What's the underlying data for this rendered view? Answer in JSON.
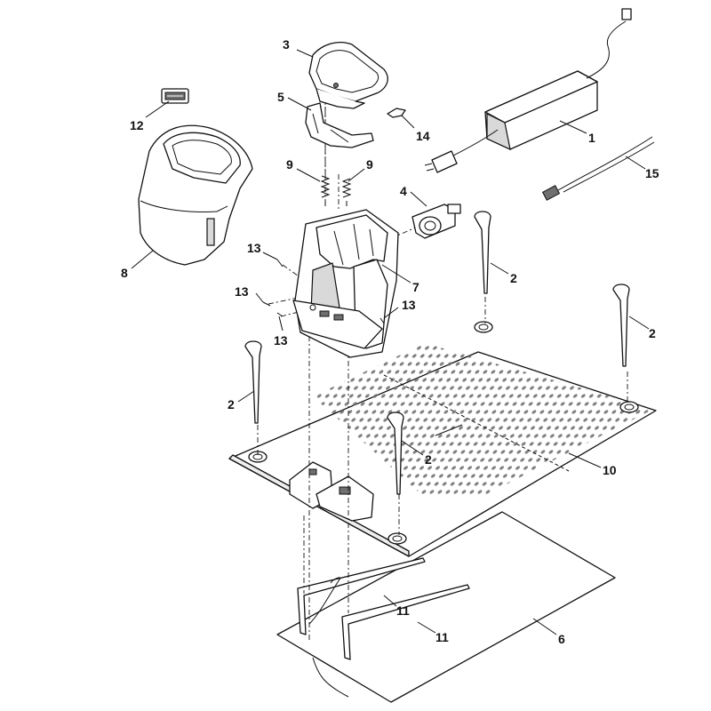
{
  "diagram": {
    "callouts": [
      {
        "key": "c1",
        "label": "1"
      },
      {
        "key": "c2a",
        "label": "2"
      },
      {
        "key": "c2b",
        "label": "2"
      },
      {
        "key": "c2c",
        "label": "2"
      },
      {
        "key": "c2d",
        "label": "2"
      },
      {
        "key": "c3",
        "label": "3"
      },
      {
        "key": "c4",
        "label": "4"
      },
      {
        "key": "c5",
        "label": "5"
      },
      {
        "key": "c6",
        "label": "6"
      },
      {
        "key": "c7",
        "label": "7"
      },
      {
        "key": "c8",
        "label": "8"
      },
      {
        "key": "c9a",
        "label": "9"
      },
      {
        "key": "c9b",
        "label": "9"
      },
      {
        "key": "c10",
        "label": "10"
      },
      {
        "key": "c11a",
        "label": "11"
      },
      {
        "key": "c11b",
        "label": "11"
      },
      {
        "key": "c12",
        "label": "12"
      },
      {
        "key": "c13a",
        "label": "13"
      },
      {
        "key": "c13b",
        "label": "13"
      },
      {
        "key": "c13c",
        "label": "13"
      },
      {
        "key": "c13d",
        "label": "13"
      },
      {
        "key": "c14",
        "label": "14"
      },
      {
        "key": "c15",
        "label": "15"
      }
    ]
  },
  "colors": {
    "line": "#111111",
    "background": "#ffffff",
    "shade": "#d9d9d9"
  }
}
